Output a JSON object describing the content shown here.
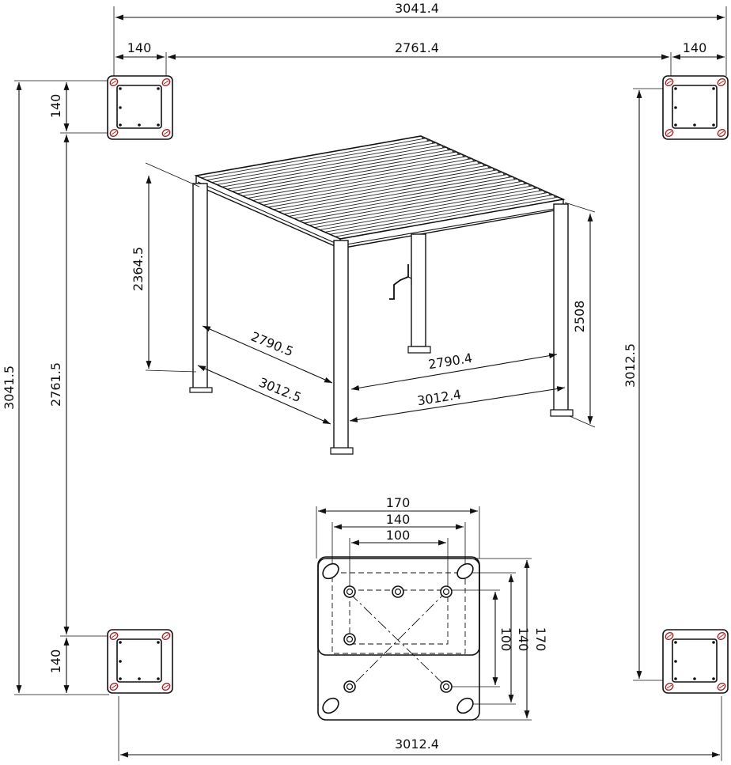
{
  "plan": {
    "overall_width": "3041.4",
    "overall_height": "3041.5",
    "post_width_left": "140",
    "post_width_right": "140",
    "inner_span_top": "2761.4",
    "post_height_top": "140",
    "post_height_bottom": "140",
    "inner_span_left": "2761.5",
    "right_span": "3012.5",
    "bottom_span": "3012.4"
  },
  "isometric": {
    "height_front": "2364.5",
    "height_right": "2508",
    "inner_left": "2790.5",
    "outer_left": "3012.5",
    "inner_right": "2790.4",
    "outer_right": "3012.4"
  },
  "baseplate": {
    "width_170": "170",
    "width_140": "140",
    "width_100": "100",
    "height_170": "170",
    "height_140": "140",
    "height_100": "100"
  }
}
